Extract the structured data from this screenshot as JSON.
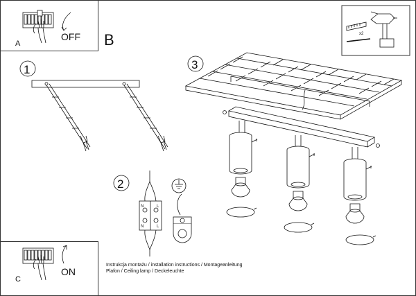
{
  "panels": {
    "a": {
      "letter": "A",
      "action": "OFF"
    },
    "c": {
      "letter": "C",
      "action": "ON"
    }
  },
  "section_letter": "B",
  "steps": [
    "1",
    "2",
    "3"
  ],
  "wiring": {
    "left_terminals": [
      "N",
      "N"
    ],
    "right_terminals": [
      "L",
      "L"
    ]
  },
  "drill_note": "x2",
  "caption": {
    "line1": "Instrukcja montażu / installation instructions / Montageanleitung",
    "line2": "Plafon / Ceiling lamp / Deckeleuchte"
  },
  "icons": [
    "switch-off-icon",
    "switch-on-icon",
    "drill-icon",
    "earth-ground-icon",
    "wall-plug-icon"
  ],
  "colors": {
    "line": "#111111",
    "background": "#ffffff"
  }
}
